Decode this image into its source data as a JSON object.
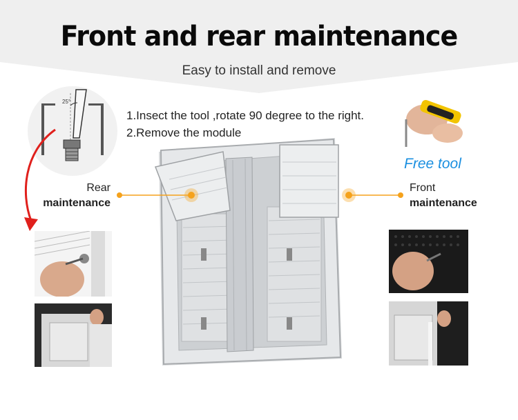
{
  "header": {
    "title": "Front and rear maintenance",
    "subtitle": "Easy to install and remove"
  },
  "steps": {
    "step1": "1.Insect the tool ,rotate 90 degree to the right.",
    "step2": "2.Remove the module"
  },
  "callouts": {
    "rear_line1": "Rear",
    "rear_line2": "maintenance",
    "front_line1": "Front",
    "front_line2": "maintenance",
    "free_tool": "Free tool",
    "angle": "25°"
  },
  "colors": {
    "accent_orange": "#f5a21c",
    "link_blue": "#1a8fe0",
    "arrow_red": "#e0201c",
    "banner_gray": "#efefef"
  }
}
